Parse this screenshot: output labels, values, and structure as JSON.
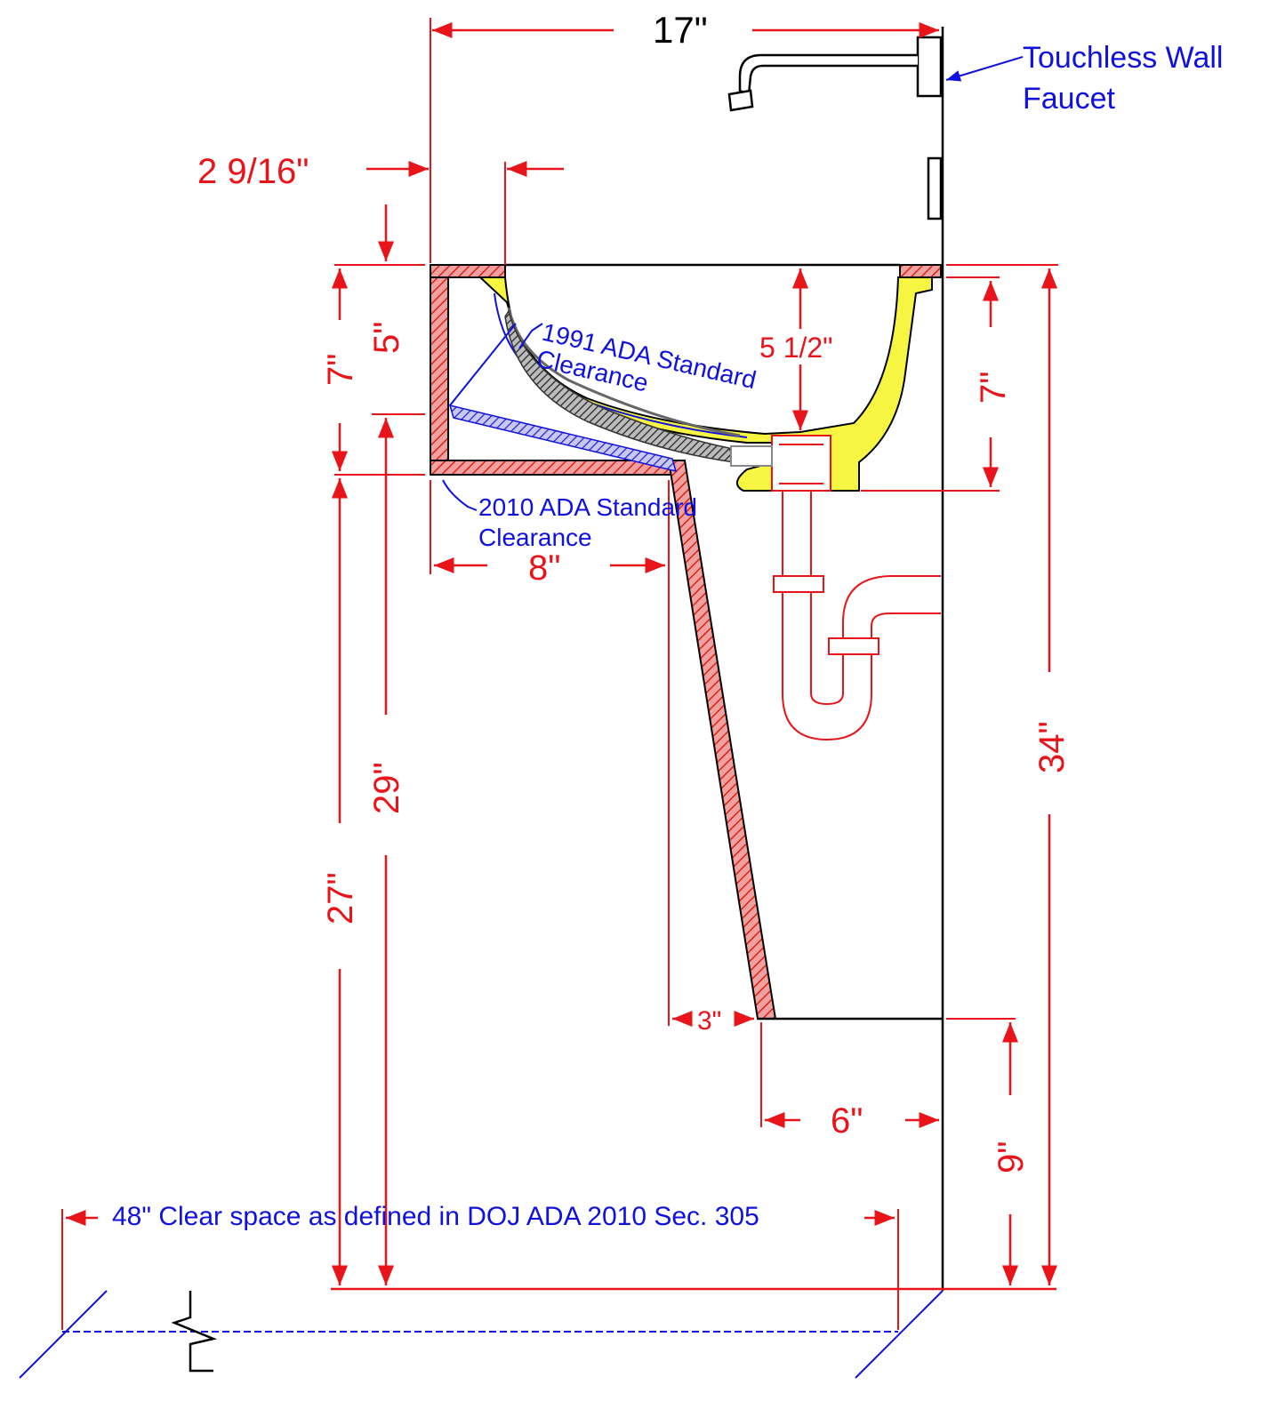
{
  "colors": {
    "dimension": "#e8141a",
    "label": "#1010e0",
    "basin": "#f5f542",
    "outline": "#000000"
  },
  "labels": {
    "faucet_line1": "Touchless Wall",
    "faucet_line2": "Faucet",
    "ada1991_line1": "1991 ADA Standard",
    "ada1991_line2": "Clearance",
    "ada2010_line1": "2010 ADA Standard",
    "ada2010_line2": "Clearance",
    "clear_space": "48\" Clear space as defined in DOJ ADA 2010 Sec. 305"
  },
  "dimensions": {
    "overall_depth": "17\"",
    "front_setback": "2 9/16\"",
    "apron_height": "5\"",
    "knee_height_front": "7\"",
    "bowl_depth": "5 1/2\"",
    "basin_height": "7\"",
    "knee_depth": "8\"",
    "knee_clearance_height": "29\"",
    "toe_clearance_height": "27\"",
    "rim_height": "34\"",
    "toe_offset": "3\"",
    "toe_depth": "6\"",
    "toe_height": "9\""
  },
  "icons": [
    "break-line-icon",
    "arrow-icon"
  ]
}
